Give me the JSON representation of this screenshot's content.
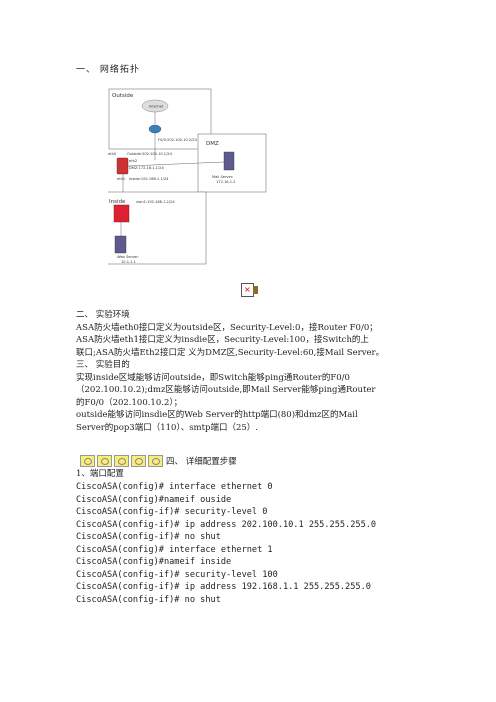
{
  "section1": {
    "title": "一、 网络拓扑"
  },
  "diagram": {
    "outside_label": "Outside",
    "internet_label": "Internet",
    "router_ip": "F0/0:202.100.10.2/24",
    "dmz_label": "DMZ",
    "e0_label": "eth0",
    "outside_if": "Outside:202.100.10.1/24",
    "e2_label": "eth2",
    "dmz_if": "DMZ:172.16.1.1/24",
    "e1_label": "eth1",
    "inside_if": "Inside:192.168.1.1/24",
    "mail_label": "Mail Server:",
    "mail_ip": "172.16.1.2",
    "inside_label": "Inside",
    "vlan_label": "vlan1:192.168.1.2/24",
    "web_label": "Web Server:",
    "web_ip": "10.1.1.1"
  },
  "section2": {
    "title": "二、 实验环境",
    "lines": [
      "ASA防火墙eth0接口定义为outside区，Security-Level:0，接Router F0/0；",
      "ASA防火墙eth1接口定义为insdie区，Security-Level:100，接Switch的上",
      "联口;ASA防火墙Eth2接口定 义为DMZ区,Security-Level:60,接Mail Server。"
    ]
  },
  "section3": {
    "title": "三、 实验目的",
    "lines": [
      "实现inside区域能够访问outside，即Switch能够ping通Router的F0/0",
      "（202.100.10.2);dmz区能够访问outside,即Mail Server能够ping通Router",
      "的F0/0（202.100.10.2）；",
      "outside能够访问insdie区的Web Server的http端口(80)和dmz区的Mail",
      "Server的pop3端口（110）、smtp端口（25）."
    ]
  },
  "section4": {
    "title": "四、 详细配置步骤"
  },
  "step1": {
    "title": "1、端口配置"
  },
  "config_lines": [
    "CiscoASA(config)# interface ethernet 0",
    "CiscoASA(config)#nameif ouside",
    "CiscoASA(config-if)# security-level 0",
    "CiscoASA(config-if)# ip address 202.100.10.1 255.255.255.0",
    "CiscoASA(config-if)# no shut",
    "CiscoASA(config)# interface ethernet 1",
    "CiscoASA(config)#nameif inside",
    "CiscoASA(config-if)# security-level 100",
    "CiscoASA(config-if)# ip address 192.168.1.1 255.255.255.0",
    "CiscoASA(config-if)# no shut"
  ]
}
